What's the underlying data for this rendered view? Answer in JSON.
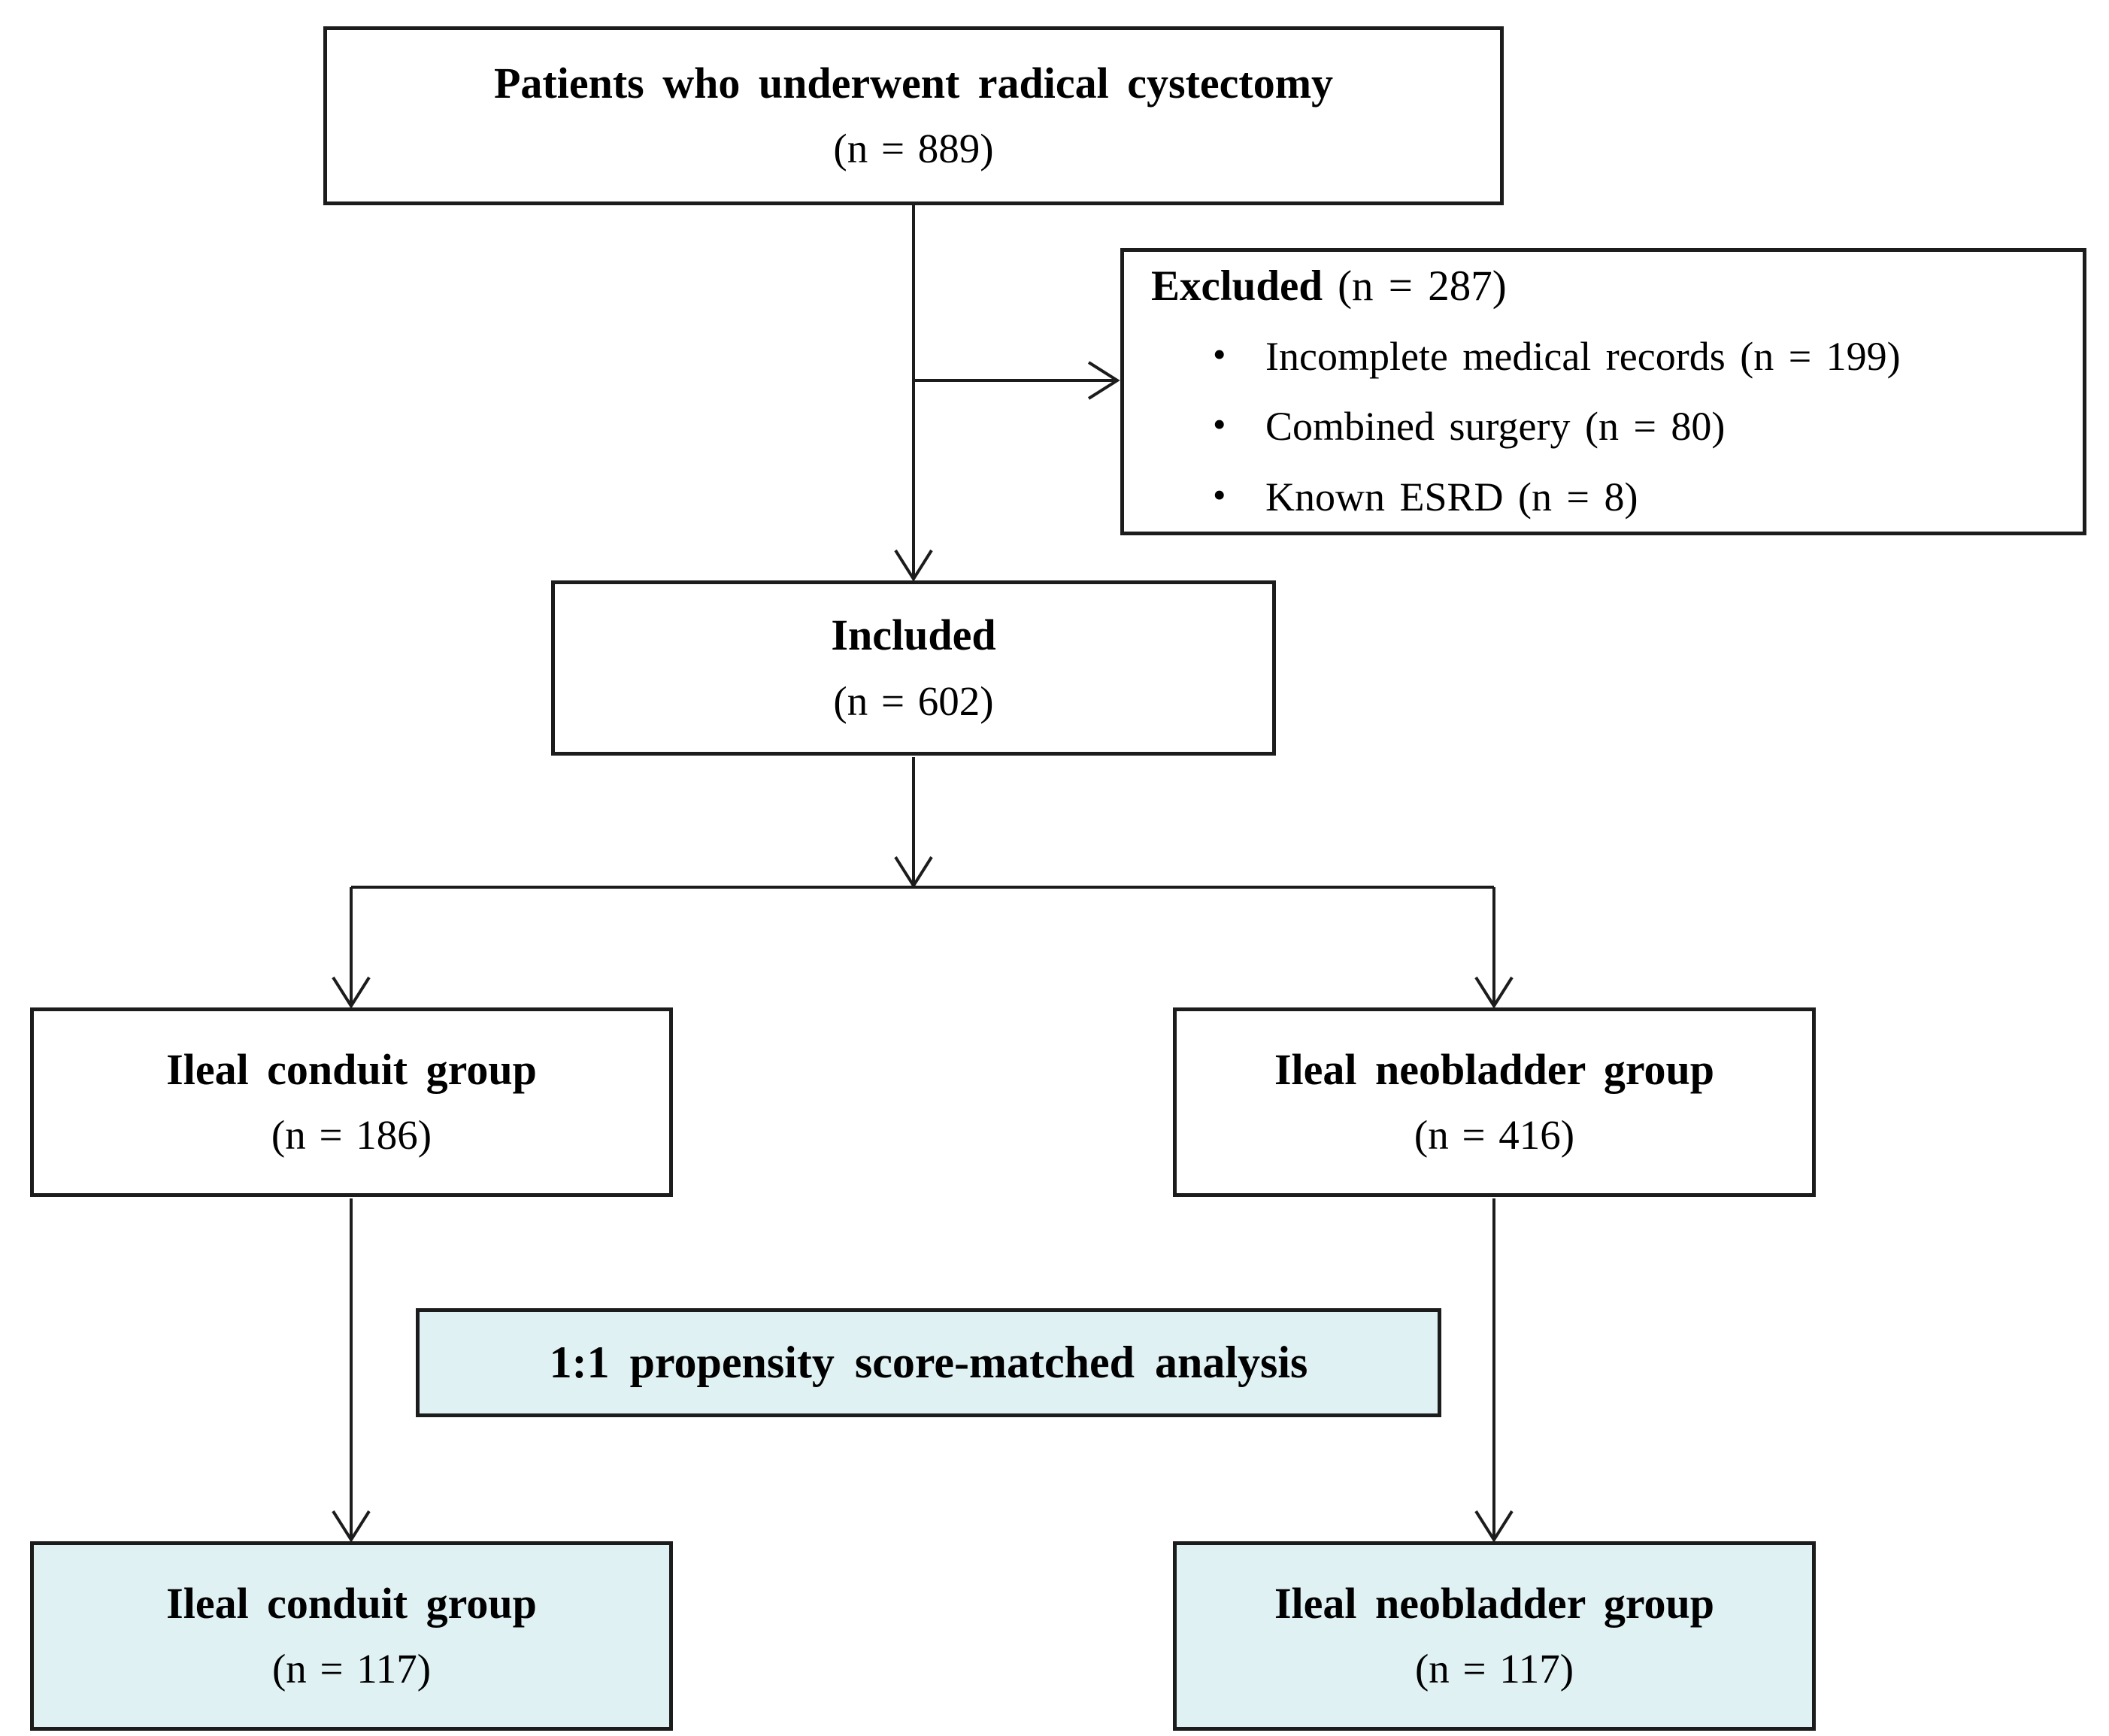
{
  "diagram": {
    "title_box": {
      "label": "Patients who underwent radical cystectomy",
      "count": "(n = 889)"
    },
    "excluded_box": {
      "title": "Excluded",
      "count": "(n = 287)",
      "items": [
        "Incomplete medical records (n = 199)",
        "Combined surgery (n = 80)",
        "Known ESRD (n = 8)"
      ]
    },
    "included_box": {
      "label": "Included",
      "count": "(n = 602)"
    },
    "conduit_box": {
      "label": "Ileal conduit group",
      "count": "(n = 186)"
    },
    "neobladder_box": {
      "label": "Ileal neobladder group",
      "count": "(n = 416)"
    },
    "psm_box": {
      "label": "1:1 propensity score-matched analysis"
    },
    "conduit_matched_box": {
      "label": "Ileal conduit group",
      "count": "(n = 117)"
    },
    "neobladder_matched_box": {
      "label": "Ileal neobladder group",
      "count": "(n = 117)"
    },
    "colors": {
      "highlight_bg": "#e0f1f4",
      "box_border": "#1c1c1c",
      "line": "#1c1c1c",
      "text": "#000000",
      "background": "#ffffff"
    }
  }
}
